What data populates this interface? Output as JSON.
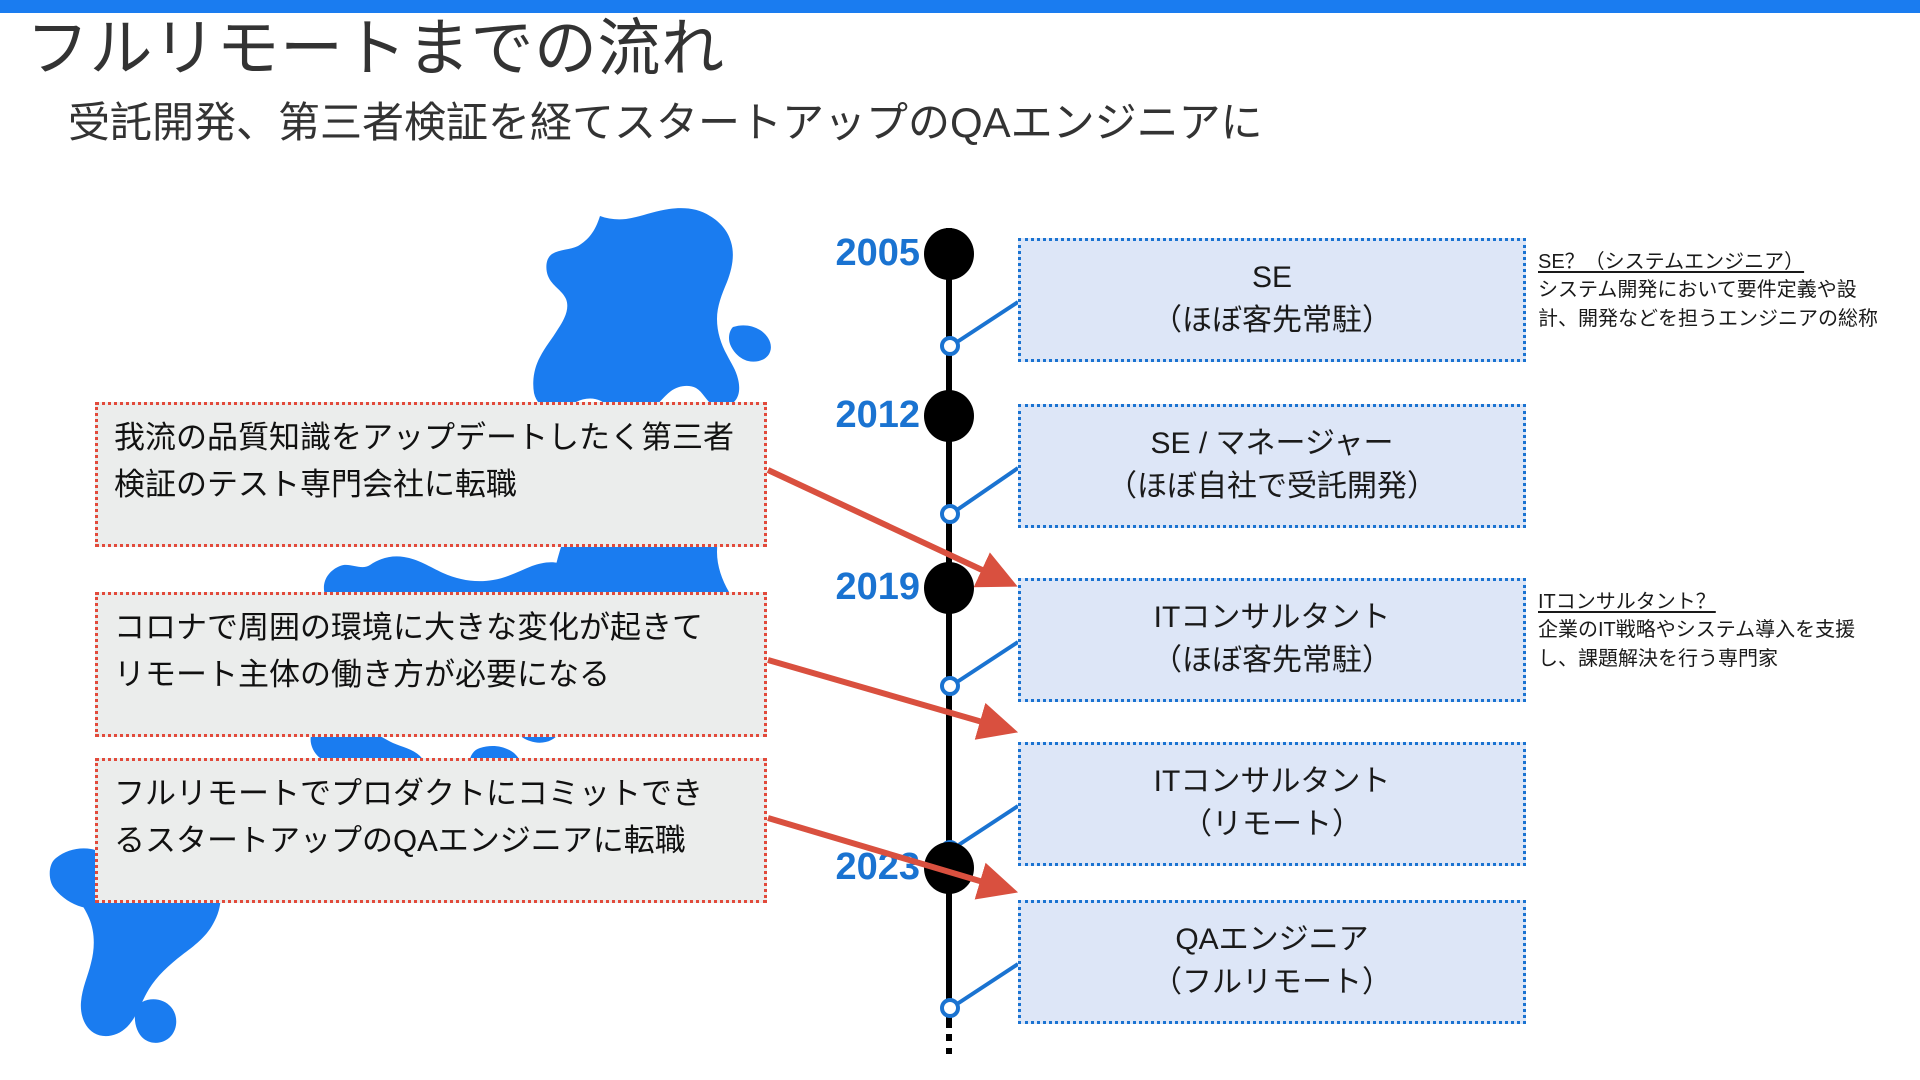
{
  "slide": {
    "title": "フルリモートまでの流れ",
    "subtitle": "受託開発、第三者検証を経てスタートアップのQAエンジニアに",
    "accent_color": "#1a7cf0",
    "year_color": "#1a73d1",
    "box_fill": "#dde6f7",
    "box_border": "#1a73d1",
    "callout_fill": "#ebedec",
    "callout_border": "#e24a3b",
    "arrow_color": "#d9503f",
    "map_color": "#1a7cf0"
  },
  "timeline": {
    "years": [
      {
        "label": "2005"
      },
      {
        "label": "2012"
      },
      {
        "label": "2019"
      },
      {
        "label": "2023"
      }
    ]
  },
  "roles": [
    {
      "line1": "SE",
      "line2": "（ほぼ客先常駐）"
    },
    {
      "line1": "SE / マネージャー",
      "line2": "（ほぼ自社で受託開発）"
    },
    {
      "line1": "ITコンサルタント",
      "line2": "（ほぼ客先常駐）"
    },
    {
      "line1": "ITコンサルタント",
      "line2": "（リモート）"
    },
    {
      "line1": "QAエンジニア",
      "line2": "（フルリモート）"
    }
  ],
  "annotations": [
    {
      "heading": "SE？（システムエンジニア）",
      "line1": "システム開発において要件定義や設",
      "line2": "計、開発などを担うエンジニアの総称"
    },
    {
      "heading": "ITコンサルタント？",
      "line1": "企業のIT戦略やシステム導入を支援",
      "line2": "し、課題解決を行う専門家"
    }
  ],
  "callouts": [
    {
      "line1": "我流の品質知識をアップデートしたく第三者",
      "line2": "検証のテスト専門会社に転職"
    },
    {
      "line1": "コロナで周囲の環境に大きな変化が起きて",
      "line2": "リモート主体の働き方が必要になる"
    },
    {
      "line1": "フルリモートでプロダクトにコミットでき",
      "line2": "るスタートアップのQAエンジニアに転職"
    }
  ]
}
